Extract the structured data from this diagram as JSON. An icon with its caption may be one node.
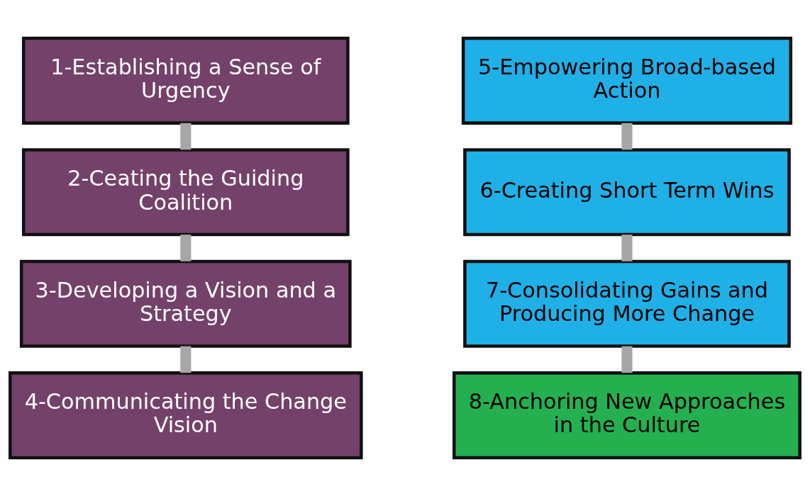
{
  "diagram": {
    "nodes": [
      {
        "text": [
          "1-Establishing a Sense of Urgency"
        ]
      },
      {
        "text": [
          "2-Ceating the Guiding Coalition"
        ]
      },
      {
        "text": [
          "3-Developing a Vision and a Strategy"
        ]
      },
      {
        "text": [
          "4-Communicating the Change Vision"
        ]
      },
      {
        "text": [
          "5-Empowering Broad-based Action"
        ]
      },
      {
        "text": [
          "6-Creating Short Term Wins"
        ]
      },
      {
        "text": [
          "7-Consolidating Gains and Producing More Change"
        ]
      },
      {
        "text": [
          "8-Anchoring New Approaches in the Culture"
        ]
      }
    ],
    "edges": [
      {
        "from": 0,
        "to": 1,
        "arrow": "none"
      },
      {
        "from": 1,
        "to": 2,
        "arrow": "none"
      },
      {
        "from": 2,
        "to": 3,
        "arrow": "none"
      },
      {
        "from": 4,
        "to": 5,
        "arrow": "none"
      },
      {
        "from": 5,
        "to": 6,
        "arrow": "none"
      },
      {
        "from": 6,
        "to": 7,
        "arrow": "none"
      }
    ]
  }
}
